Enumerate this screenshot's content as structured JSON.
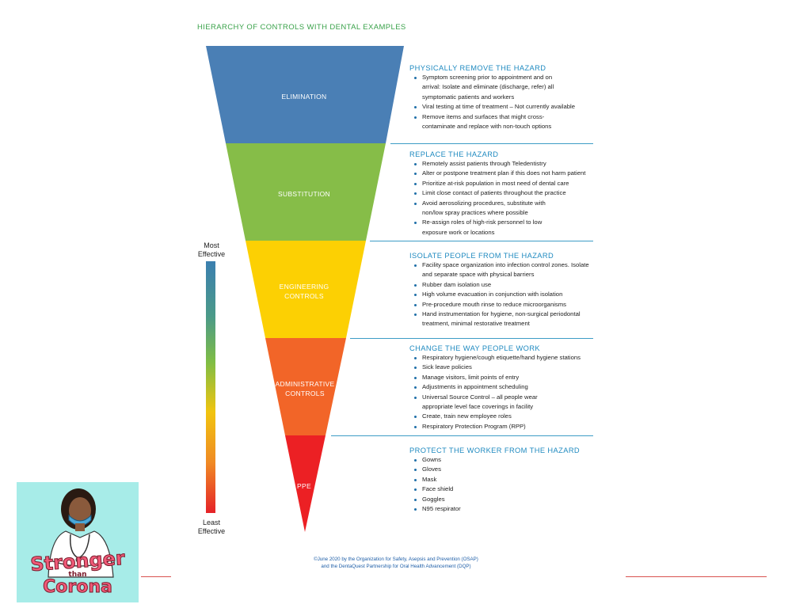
{
  "title": "HIERARCHY OF CONTROLS WITH DENTAL EXAMPLES",
  "layers": [
    {
      "label": "ELIMINATION",
      "color": "#4a7fb5"
    },
    {
      "label": "SUBSTITUTION",
      "color": "#86bd48"
    },
    {
      "label": "ENGINEERING CONTROLS",
      "color": "#fcd003"
    },
    {
      "label": "ADMINISTRATIVE CONTROLS",
      "color": "#f26528"
    },
    {
      "label": "PPE",
      "color": "#ec2024"
    }
  ],
  "sections": [
    {
      "heading": "PHYSICALLY REMOVE THE HAZARD",
      "items": [
        "Symptom screening prior to appointment and on arrival: Isolate and eliminate (discharge, refer) all symptomatic patients and workers",
        "Viral testing at time of treatment – Not currently available",
        "Remove items and surfaces that might cross-contaminate and replace with non-touch options"
      ]
    },
    {
      "heading": "REPLACE THE HAZARD",
      "items": [
        "Remotely assist patients through Teledentistry",
        "Alter or postpone treatment plan if this does not harm patient",
        "Prioritize at-risk population in most need of dental care",
        "Limit close contact of patients throughout the practice",
        "Avoid aerosolizing procedures, substitute with non/low spray practices where possible",
        "Re-assign roles of high-risk personnel to low exposure work or locations"
      ]
    },
    {
      "heading": "ISOLATE PEOPLE FROM THE HAZARD",
      "items": [
        "Facility space organization into infection control zones. Isolate and separate space with physical barriers",
        "Rubber dam isolation use",
        "High volume evacuation in conjunction with isolation",
        "Pre-procedure mouth rinse to reduce microorganisms",
        "Hand instrumentation for hygiene, non-surgical periodontal treatment, minimal restorative treatment"
      ]
    },
    {
      "heading": "CHANGE THE WAY PEOPLE WORK",
      "items": [
        "Respiratory hygiene/cough etiquette/hand hygiene stations",
        "Sick leave policies",
        "Manage visitors, limit points of entry",
        "Adjustments in appointment scheduling",
        "Universal Source Control – all people wear appropriate level face coverings in facility",
        "Create, train new employee roles",
        "Respiratory Protection Program (RPP)"
      ]
    },
    {
      "heading": "PROTECT THE WORKER FROM THE HAZARD",
      "items": [
        "Gowns",
        "Gloves",
        "Mask",
        "Face shield",
        "Goggles",
        "N95 respirator"
      ]
    }
  ],
  "scale": {
    "top_label": "Most Effective",
    "bottom_label": "Least Effective"
  },
  "footer": {
    "line1": "©June 2020 by the Organization for Safety, Asepsis and Prevention (OSAP)",
    "line2": "and the DentaQuest Partnership for Oral Health Advancement (DQP)"
  },
  "badge": {
    "word1": "Stronger",
    "word2": "than",
    "word3": "Corona"
  }
}
